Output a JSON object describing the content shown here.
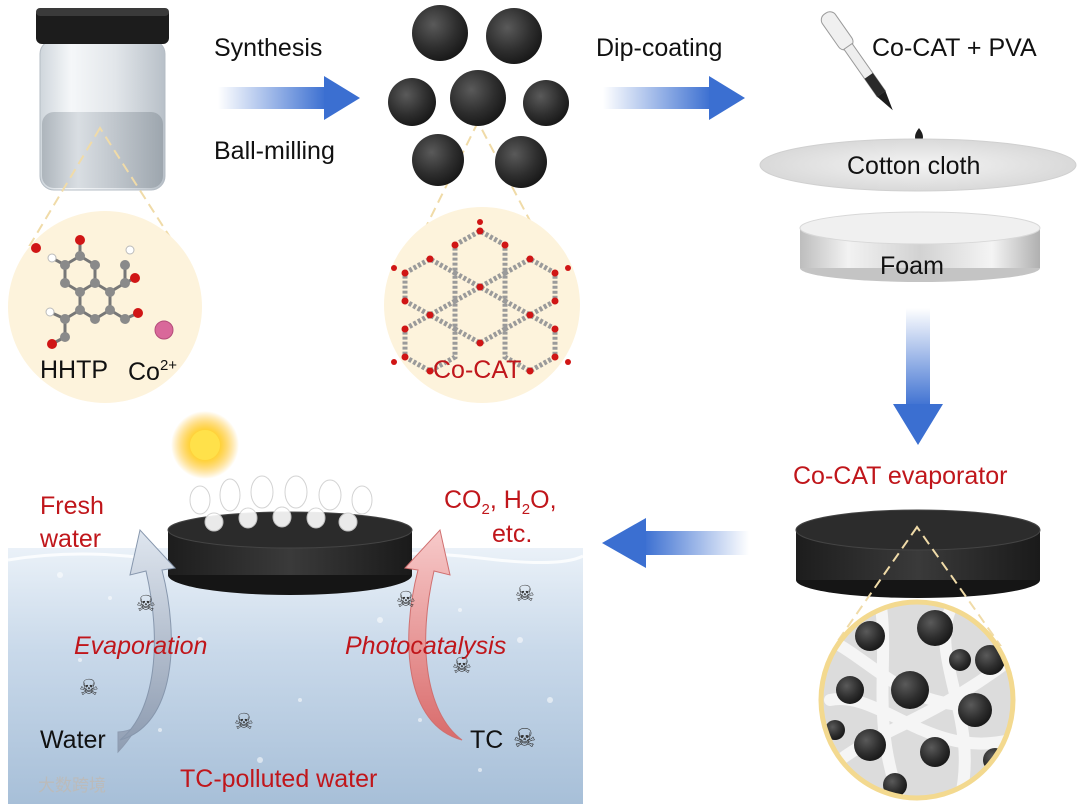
{
  "labels": {
    "synthesis": "Synthesis",
    "ball_milling": "Ball-milling",
    "dip_coating": "Dip-coating",
    "co_cat_pva": "Co-CAT + PVA",
    "cotton_cloth": "Cotton cloth",
    "foam": "Foam",
    "hhtp": "HHTP",
    "co_ion_base": "Co",
    "co_ion_charge": "2+",
    "co_cat": "Co-CAT",
    "co_cat_evaporator": "Co-CAT evaporator",
    "fresh_water": "Fresh water",
    "co2_h2o_line1": "CO",
    "co2_sub": "2",
    "co2_h2o_mid": ", H",
    "h2o_sub": "2",
    "co2_h2o_end": "O,",
    "etc": "etc.",
    "evaporation": "Evaporation",
    "photocatalysis": "Photocatalysis",
    "water": "Water",
    "tc": "TC",
    "tc_polluted_water": "TC-polluted water",
    "watermark": "大数跨境"
  },
  "icons": {
    "skull": "☠",
    "sun": "sun-icon",
    "dropper": "dropper-icon"
  },
  "colors": {
    "arrow_blue": "#3b6fd1",
    "label_red": "#c0161b",
    "callout_fill": "#fdf3dc",
    "carbon": "#2b2b2b",
    "evap_arrow": "#a9b6c8",
    "photo_arrow": "#e9a2a2"
  }
}
